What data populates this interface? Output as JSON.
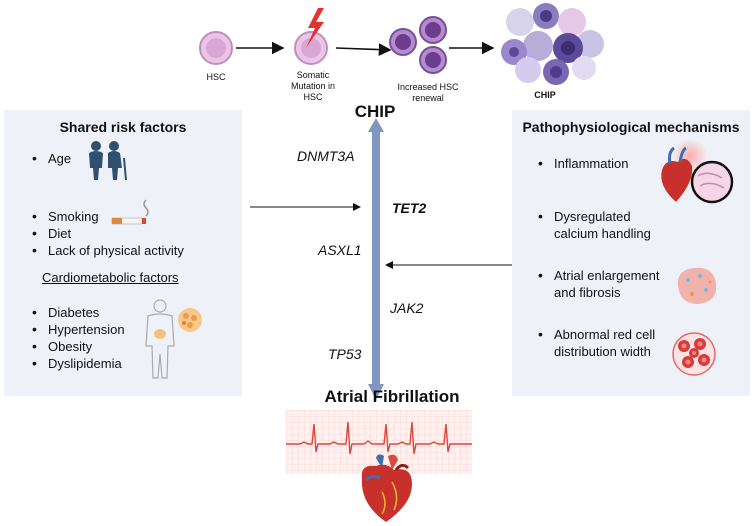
{
  "top_flow": {
    "step1": "HSC",
    "step2": "Somatic Mutation in HSC",
    "step3": "Increased HSC renewal",
    "step4": "CHIP"
  },
  "center": {
    "top_label": "CHIP",
    "bottom_label": "Atrial Fibrillation",
    "genes": [
      "DNMT3A",
      "TET2",
      "ASXL1",
      "JAK2",
      "TP53"
    ]
  },
  "left_panel": {
    "title": "Shared risk factors",
    "group1": [
      "Age"
    ],
    "group2": [
      "Smoking",
      "Diet",
      "Lack of physical activity"
    ],
    "subheading": "Cardiometabolic factors",
    "group3": [
      "Diabetes",
      "Hypertension",
      "Obesity",
      "Dyslipidemia"
    ]
  },
  "right_panel": {
    "title": "Pathophysiological mechanisms",
    "items": [
      "Inflammation",
      "Dysregulated calcium handling",
      "Atrial enlargement and fibrosis",
      "Abnormal red cell distribution width"
    ]
  },
  "colors": {
    "panel_bg": "#eef2f8",
    "arrow_blue": "#7f97c2",
    "hsc_pink": "#d9a6d6",
    "mutant_purple": "#6b3d8c",
    "ecg_red": "#d9463b"
  },
  "icons": [
    "elderly-couple-icon",
    "cigarette-icon",
    "body-fat-icon",
    "heart-icon",
    "tissue-magnifier-icon",
    "fibrotic-atrium-icon",
    "red-cells-icon",
    "lightning-icon",
    "ecg-icon"
  ]
}
